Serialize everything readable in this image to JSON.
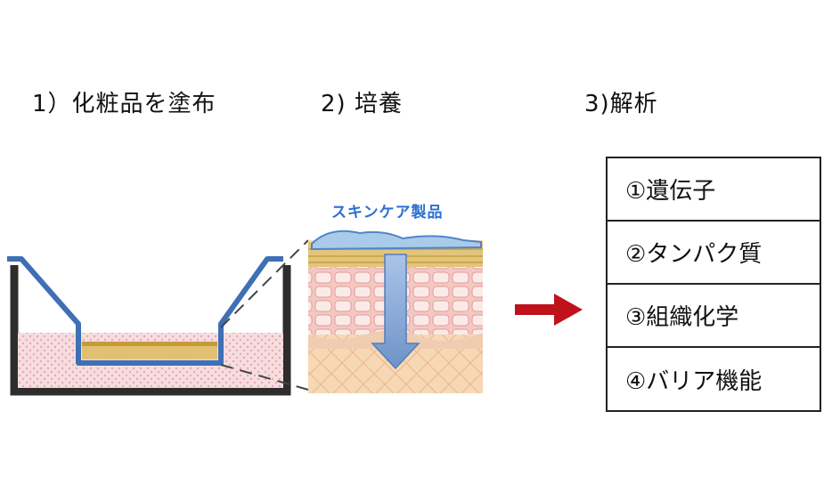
{
  "steps": {
    "step1_title": "1）化粧品を塗布",
    "step2_title": "2) 培養",
    "step3_title": "3)解析"
  },
  "diagram": {
    "product_label": "スキンケア製品",
    "arrow_color": "#c0121a",
    "well_frame_color": "#3f6fb5",
    "medium_color": "#f3c9cd",
    "tissue_color": "#d8b45a"
  },
  "analysis_items": [
    "①遺伝子",
    "②タンパク質",
    "③組織化学",
    "④バリア機能"
  ]
}
